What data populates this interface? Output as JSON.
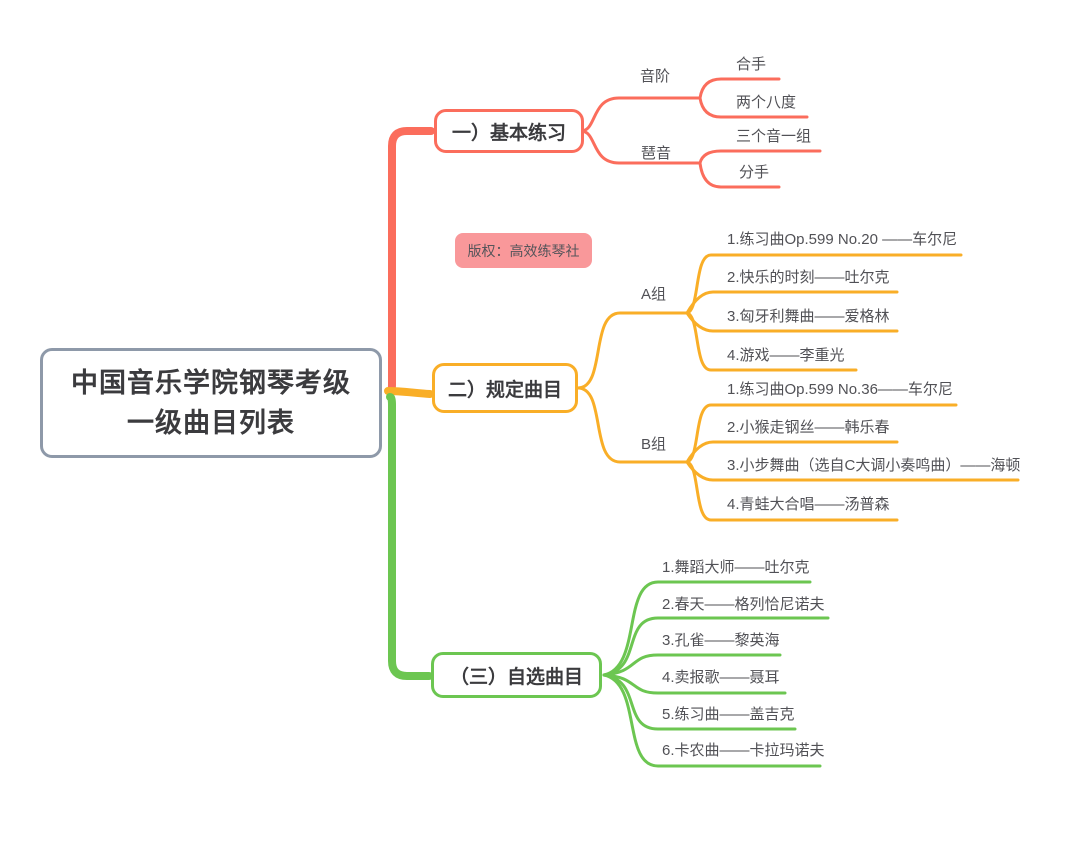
{
  "colors": {
    "branch1": "#fb6d5c",
    "branch2": "#f9ae27",
    "branch3": "#6cc651",
    "root_border": "#8e99a9",
    "badge_bg": "#f9989a"
  },
  "root": {
    "title_line1": "中国音乐学院钢琴考级",
    "title_line2": "一级曲目列表"
  },
  "floating": {
    "copyright": "版权：高效练琴社"
  },
  "branches": [
    {
      "label": "一）基本练习",
      "children": [
        {
          "label": "音阶",
          "children": [
            {
              "label": "合手"
            },
            {
              "label": "两个八度"
            }
          ]
        },
        {
          "label": "琶音",
          "children": [
            {
              "label": "三个音一组"
            },
            {
              "label": "分手"
            }
          ]
        }
      ]
    },
    {
      "label": "二）规定曲目",
      "children": [
        {
          "label": "A组",
          "children": [
            {
              "label": "1.练习曲Op.599 No.20 ——车尔尼"
            },
            {
              "label": "2.快乐的时刻——吐尔克"
            },
            {
              "label": "3.匈牙利舞曲——爱格林"
            },
            {
              "label": "4.游戏——李重光"
            }
          ]
        },
        {
          "label": "B组",
          "children": [
            {
              "label": "1.练习曲Op.599 No.36——车尔尼"
            },
            {
              "label": "2.小猴走钢丝——韩乐春"
            },
            {
              "label": "3.小步舞曲（选自C大调小奏鸣曲）——海顿"
            },
            {
              "label": "4.青蛙大合唱——汤普森"
            }
          ]
        }
      ]
    },
    {
      "label": "（三）自选曲目",
      "children": [
        {
          "label": "1.舞蹈大师——吐尔克"
        },
        {
          "label": "2.春天——格列恰尼诺夫"
        },
        {
          "label": "3.孔雀——黎英海"
        },
        {
          "label": "4.卖报歌——聂耳"
        },
        {
          "label": "5.练习曲——盖吉克"
        },
        {
          "label": "6.卡农曲——卡拉玛诺夫"
        }
      ]
    }
  ]
}
